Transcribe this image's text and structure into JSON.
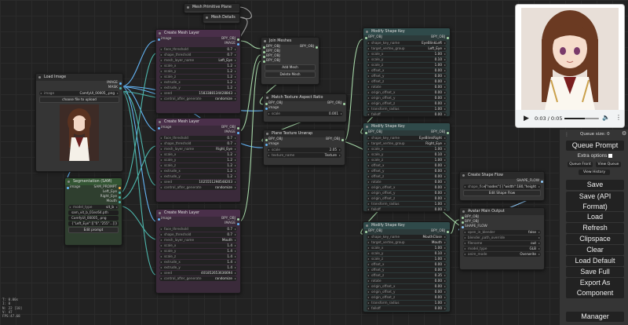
{
  "colors": {
    "image": "#64b5f6",
    "mesh": "#aaa",
    "bpy": "#a1d99b",
    "mask": "#81c784",
    "shape_flow": "#90caf9",
    "accent_purple": "#4a2f4a",
    "accent_teal": "#2f4a4a"
  },
  "top_nodes": {
    "mesh_primitive": "Mesh Primitive Plane",
    "mesh_details": "Mesh Details"
  },
  "load_image": {
    "title": "Load Image",
    "out_image": "IMAGE",
    "out_mask": "MASK",
    "image_key": "image",
    "image_val": "ComfyUI_00005_.png",
    "upload_label": "choose file to upload"
  },
  "mesh_layer_1": {
    "title": "Create Mesh Layer",
    "in_image": "image",
    "out_bpy": "BPY_OBJ",
    "out_image": "IMAGE",
    "widgets": [
      [
        "face_threshold",
        "0.7"
      ],
      [
        "shape_threshold",
        "0.7"
      ],
      [
        "mesh_layer_name",
        "Left_Eye"
      ],
      [
        "scale_x",
        "1.2"
      ],
      [
        "scale_y",
        "1.2"
      ],
      [
        "scale_z",
        "1.2"
      ],
      [
        "extrude_x",
        "1.2"
      ],
      [
        "extrude_y",
        "1.2"
      ],
      [
        "seed",
        "1583388134428843"
      ],
      [
        "control_after_generate",
        "randomize"
      ]
    ]
  },
  "mesh_layer_2": {
    "title": "Create Mesh Layer",
    "in_image": "image",
    "out_bpy": "BPY_OBJ",
    "out_image": "IMAGE",
    "widgets": [
      [
        "face_threshold",
        "0.7"
      ],
      [
        "shape_threshold",
        "0.7"
      ],
      [
        "mesh_layer_name",
        "Right_Eye"
      ],
      [
        "scale_x",
        "1.2"
      ],
      [
        "scale_y",
        "1.2"
      ],
      [
        "scale_z",
        "1.2"
      ],
      [
        "extrude_x",
        "1.2"
      ],
      [
        "extrude_y",
        "1.2"
      ],
      [
        "seed",
        "1025551298548203"
      ],
      [
        "control_after_generate",
        "randomize"
      ]
    ]
  },
  "mesh_layer_3": {
    "title": "Create Mesh Layer",
    "in_image": "image",
    "out_bpy": "BPY_OBJ",
    "out_image": "IMAGE",
    "widgets": [
      [
        "face_threshold",
        "0.7"
      ],
      [
        "shape_threshold",
        "0.7"
      ],
      [
        "mesh_layer_name",
        "Mouth"
      ],
      [
        "scale_x",
        "1.4"
      ],
      [
        "scale_y",
        "1.4"
      ],
      [
        "scale_z",
        "1.4"
      ],
      [
        "extrude_x",
        "1.4"
      ],
      [
        "extrude_y",
        "1.4"
      ],
      [
        "seed",
        "401852653636694"
      ],
      [
        "control_after_generate",
        "randomize"
      ]
    ]
  },
  "join_meshes": {
    "title": "Join Meshes",
    "inputs": [
      "BPY_OBJ",
      "BPY_OBJ",
      "BPY_OBJ",
      "BPY_OBJ"
    ],
    "out": "BPY_OBJ",
    "add_btn": "Add Mesh",
    "del_btn": "Delete Mesh"
  },
  "match_texture": {
    "title": "Match Texture Aspect Ratio",
    "in1": "BPY_OBJ",
    "in2": "image",
    "out": "BPY_OBJ",
    "scale_key": "scale",
    "scale_val": "0.001"
  },
  "plane_unwrap": {
    "title": "Plane Texture Unwrap",
    "in1": "BPY_OBJ",
    "in2": "image",
    "out": "BPY_OBJ",
    "scale_key": "scale",
    "scale_val": "2.05",
    "tex_key": "texture_name",
    "tex_val": "Texture"
  },
  "segmentation": {
    "title": "Segmentation (SAM)",
    "in_image": "image",
    "outputs": [
      "SAM_PROMPT",
      "Left_Eye",
      "Right_Eye",
      "Mouth"
    ],
    "widgets": [
      [
        "model_type",
        "vit_b"
      ],
      [
        "",
        "sam_vit_b_01ec64.pth"
      ],
      [
        "",
        "ComfyUI_00005_.png"
      ],
      [
        "",
        "{\"Left_Eye\":[[\"0\",\"255\"...]]}"
      ]
    ],
    "edit_btn": "Edit prompt"
  },
  "shape_key_1": {
    "title": "Modify Shape Key",
    "in": "BPY_OBJ",
    "out": "BPY_OBJ",
    "widgets": [
      [
        "shape_key_name",
        "EyeBlinkLeft"
      ],
      [
        "target_vertex_group",
        "Left_Eye"
      ],
      [
        "scale_x",
        "1.00"
      ],
      [
        "scale_y",
        "0.10"
      ],
      [
        "scale_z",
        "1.00"
      ],
      [
        "offset_x",
        "0.00"
      ],
      [
        "offset_y",
        "0.00"
      ],
      [
        "offset_z",
        "0.00"
      ],
      [
        "rotate",
        "0.00"
      ],
      [
        "origin_offset_x",
        "0.00"
      ],
      [
        "origin_offset_y",
        "0.00"
      ],
      [
        "origin_offset_z",
        "0.00"
      ],
      [
        "transform_radius",
        "1.00"
      ],
      [
        "falloff",
        "0.00"
      ]
    ]
  },
  "shape_key_2": {
    "title": "Modify Shape Key",
    "in": "BPY_OBJ",
    "out": "BPY_OBJ",
    "widgets": [
      [
        "shape_key_name",
        "EyeBlinkRight"
      ],
      [
        "target_vertex_group",
        "Right_Eye"
      ],
      [
        "scale_x",
        "1.00"
      ],
      [
        "scale_y",
        "0.10"
      ],
      [
        "scale_z",
        "1.00"
      ],
      [
        "offset_x",
        "0.00"
      ],
      [
        "offset_y",
        "0.00"
      ],
      [
        "offset_z",
        "0.00"
      ],
      [
        "rotate",
        "0.00"
      ],
      [
        "origin_offset_x",
        "0.00"
      ],
      [
        "origin_offset_y",
        "0.00"
      ],
      [
        "origin_offset_z",
        "0.00"
      ],
      [
        "transform_radius",
        "1.00"
      ],
      [
        "falloff",
        "0.00"
      ]
    ]
  },
  "shape_key_3": {
    "title": "Modify Shape Key",
    "in": "BPY_OBJ",
    "out": "BPY_OBJ",
    "widgets": [
      [
        "shape_key_name",
        "MouthClose"
      ],
      [
        "target_vertex_group",
        "Mouth"
      ],
      [
        "scale_x",
        "1.00"
      ],
      [
        "scale_y",
        "0.10"
      ],
      [
        "scale_z",
        "1.00"
      ],
      [
        "offset_x",
        "0.00"
      ],
      [
        "offset_y",
        "0.00"
      ],
      [
        "offset_z",
        "0.35"
      ],
      [
        "rotate",
        "0.00"
      ],
      [
        "origin_offset_x",
        "0.00"
      ],
      [
        "origin_offset_y",
        "0.00"
      ],
      [
        "origin_offset_z",
        "0.00"
      ],
      [
        "transform_radius",
        "1.00"
      ],
      [
        "falloff",
        "0.00"
      ]
    ]
  },
  "shape_flow": {
    "title": "Create Shape Flow",
    "out": "SHAPE_FLOW",
    "key": "shape_flow",
    "val": "{\"nodes\":[{\"width\":180,\"height",
    "edit_btn": "Edit Shape Flow"
  },
  "avatar_output": {
    "title": "Avatar Main Output",
    "inputs": [
      "BPY_OBJ",
      "BPY_OBJ",
      "SHAPE_FLOW"
    ],
    "widgets": [
      [
        "open_in_blender",
        "false"
      ],
      [
        "blender_path_override",
        ""
      ],
      [
        "filename",
        "out"
      ],
      [
        "model_type",
        "GLB"
      ],
      [
        "anim_mode",
        "Overwrite"
      ]
    ]
  },
  "video": {
    "time": "0:03 / 0:05",
    "play_icon": "play-icon",
    "progress": 0.6
  },
  "menu": {
    "queue_size": "Queue size: 0",
    "queue_prompt": "Queue Prompt",
    "extra_options": "Extra options",
    "queue_front": "Queue Front",
    "view_queue": "View Queue",
    "view_history": "View History",
    "save": "Save",
    "save_api": "Save (API",
    "save_api2": "Format)",
    "load": "Load",
    "refresh": "Refresh",
    "clipspace": "Clipspace",
    "clear": "Clear",
    "load_default": "Load Default",
    "save_full": "Save Full",
    "export_as": "Export As",
    "export_as2": "Component",
    "manager": "Manager"
  },
  "stats": [
    "T: 0.00s",
    "I: 0",
    "N: 22 [10]",
    "V: 47",
    "FPS:47.68"
  ]
}
